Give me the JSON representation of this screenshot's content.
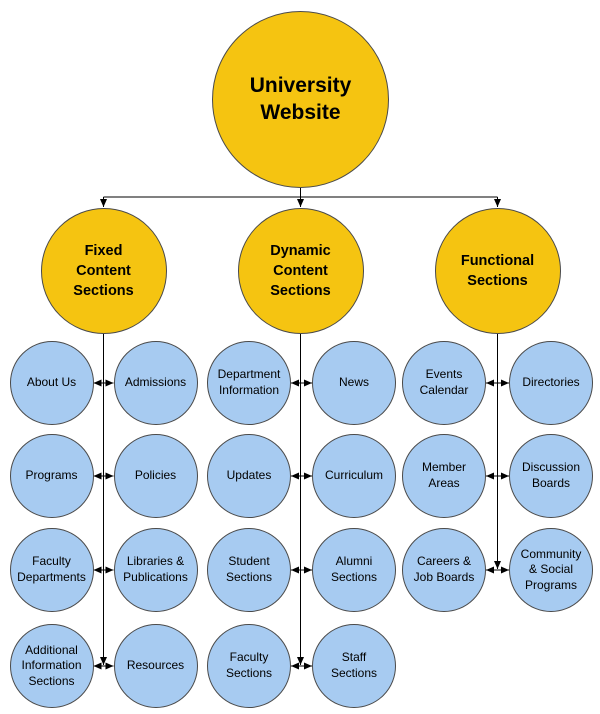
{
  "diagram": {
    "type": "hierarchy",
    "background": "#FFFFFF",
    "colors": {
      "root_fill": "#F5C411",
      "branch_fill": "#F5C411",
      "leaf_fill": "#A7CBF1",
      "node_border": "#4A4A4A",
      "connector": "#000000",
      "text": "#000000"
    },
    "root": {
      "label": "University\nWebsite"
    },
    "branches": [
      {
        "label": "Fixed\nContent\nSections",
        "pairs": [
          {
            "left": "About Us",
            "right": "Admissions"
          },
          {
            "left": "Programs",
            "right": "Policies"
          },
          {
            "left": "Faculty\nDepartments",
            "right": "Libraries &\nPublications"
          },
          {
            "left": "Additional\nInformation\nSections",
            "right": "Resources"
          }
        ]
      },
      {
        "label": "Dynamic\nContent\nSections",
        "pairs": [
          {
            "left": "Department\nInformation",
            "right": "News"
          },
          {
            "left": "Updates",
            "right": "Curriculum"
          },
          {
            "left": "Student\nSections",
            "right": "Alumni\nSections"
          },
          {
            "left": "Faculty\nSections",
            "right": "Staff\nSections"
          }
        ]
      },
      {
        "label": "Functional\nSections",
        "pairs": [
          {
            "left": "Events\nCalendar",
            "right": "Directories"
          },
          {
            "left": "Member\nAreas",
            "right": "Discussion\nBoards"
          },
          {
            "left": "Careers &\nJob Boards",
            "right": "Community\n& Social\nPrograms"
          }
        ]
      }
    ]
  }
}
